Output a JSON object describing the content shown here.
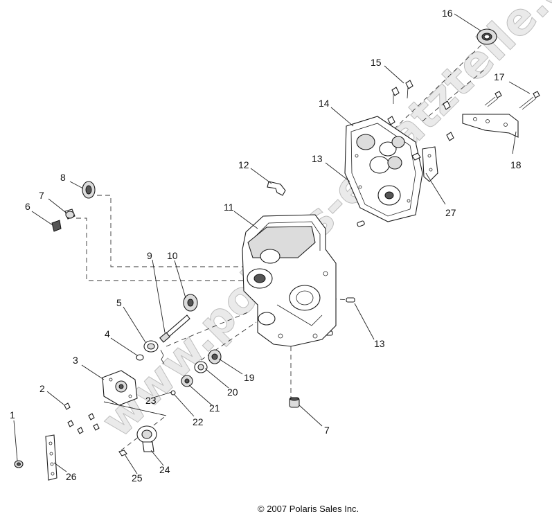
{
  "watermark": "www.polaris-ersatzteile.de",
  "copyright": "© 2007 Polaris Sales Inc.",
  "callouts": {
    "c1": "1",
    "c2": "2",
    "c3": "3",
    "c4": "4",
    "c5": "5",
    "c6": "6",
    "c7a": "7",
    "c7b": "7",
    "c8": "8",
    "c9": "9",
    "c10": "10",
    "c11": "11",
    "c12": "12",
    "c13a": "13",
    "c13b": "13",
    "c14": "14",
    "c15": "15",
    "c16": "16",
    "c17": "17",
    "c18": "18",
    "c19": "19",
    "c20": "20",
    "c21": "21",
    "c22": "22",
    "c23": "23",
    "c24": "24",
    "c25": "25",
    "c26": "26",
    "c27": "27"
  }
}
